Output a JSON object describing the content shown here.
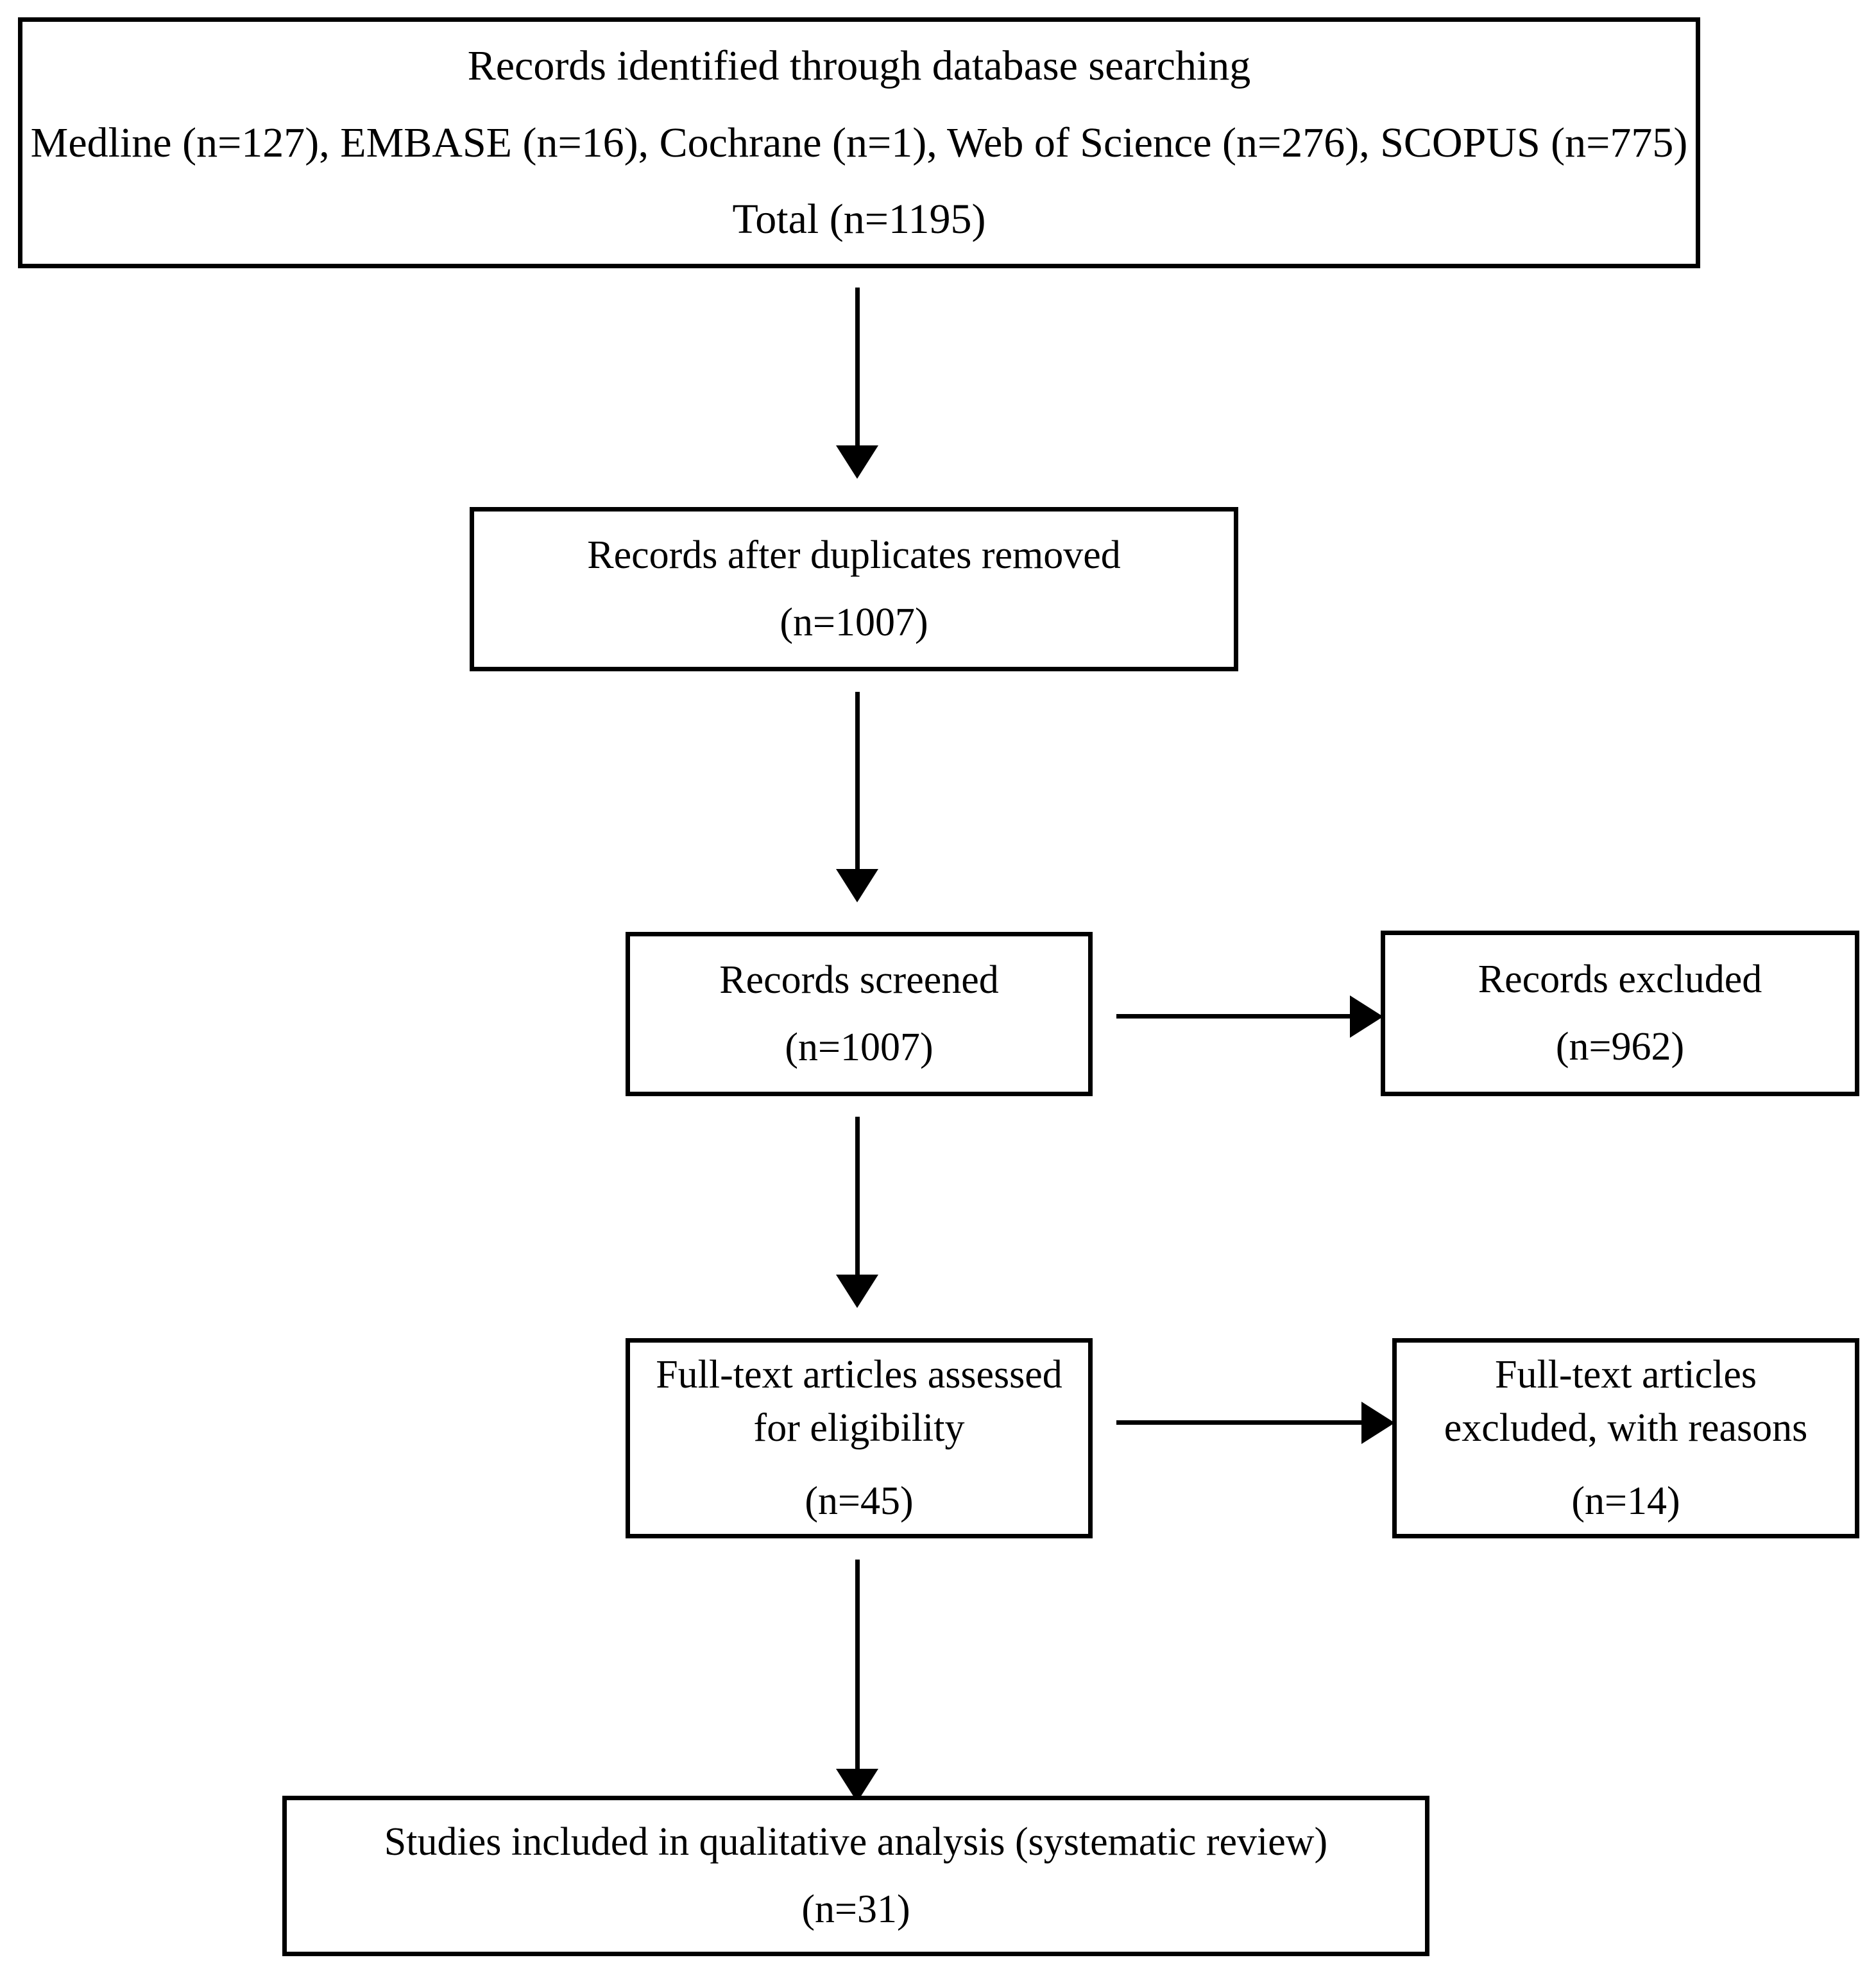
{
  "diagram": {
    "title": "PRISMA flow diagram",
    "type": "flowchart",
    "background_color": "#FFFFFF",
    "line_color": "#000000",
    "text_color": "#000000"
  },
  "nodes": {
    "identified": {
      "name": "records-identified",
      "line1": "Records identified through database searching",
      "line2": "Medline (n=127), EMBASE (n=16), Cochrane (n=1), Web of Science (n=276), SCOPUS (n=775)",
      "line3": "Total (n=1195)",
      "sources": [
        {
          "database": "Medline",
          "count": 127
        },
        {
          "database": "EMBASE",
          "count": 16
        },
        {
          "database": "Cochrane",
          "count": 1
        },
        {
          "database": "Web of Science",
          "count": 276
        },
        {
          "database": "SCOPUS",
          "count": 775
        }
      ],
      "total": 1195
    },
    "duplicates_removed": {
      "name": "records-after-duplicates-removed",
      "line1": "Records after duplicates removed",
      "line2": "(n=1007)",
      "count": 1007
    },
    "screened": {
      "name": "records-screened",
      "line1": "Records screened",
      "line2": "(n=1007)",
      "count": 1007
    },
    "records_excluded": {
      "name": "records-excluded",
      "line1": "Records excluded",
      "line2": "(n=962)",
      "count": 962
    },
    "fulltext_assessed": {
      "name": "full-text-articles-assessed",
      "line1": "Full-text articles assessed",
      "line2": "for eligibility",
      "line3": "(n=45)",
      "count": 45
    },
    "fulltext_excluded": {
      "name": "full-text-articles-excluded",
      "line1": "Full-text articles",
      "line2": "excluded, with reasons",
      "line3": "(n=14)",
      "count": 14
    },
    "included": {
      "name": "studies-included",
      "line1": "Studies included in qualitative analysis (systematic review)",
      "line2": "(n=31)",
      "count": 31
    }
  },
  "connectors": [
    {
      "name": "identified-to-duplicates",
      "from": "identified",
      "to": "duplicates_removed",
      "direction": "down"
    },
    {
      "name": "duplicates-to-screened",
      "from": "duplicates_removed",
      "to": "screened",
      "direction": "down"
    },
    {
      "name": "screened-to-fulltext",
      "from": "screened",
      "to": "fulltext_assessed",
      "direction": "down"
    },
    {
      "name": "fulltext-to-included",
      "from": "fulltext_assessed",
      "to": "included",
      "direction": "down"
    },
    {
      "name": "screened-to-excluded",
      "from": "screened",
      "to": "records_excluded",
      "direction": "right"
    },
    {
      "name": "fulltext-to-fulltext-excluded",
      "from": "fulltext_assessed",
      "to": "fulltext_excluded",
      "direction": "right"
    }
  ]
}
